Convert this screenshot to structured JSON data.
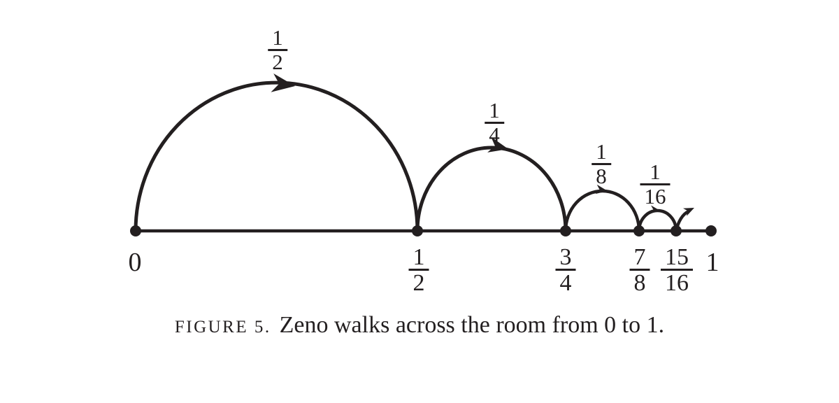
{
  "colors": {
    "ink": "#231f20",
    "bg": "#ffffff"
  },
  "diagram": {
    "jump_labels": [
      {
        "numerator": "1",
        "denominator": "2"
      },
      {
        "numerator": "1",
        "denominator": "4"
      },
      {
        "numerator": "1",
        "denominator": "8"
      },
      {
        "numerator": "1",
        "denominator": "16"
      }
    ],
    "ticks": {
      "start": "0",
      "end": "1",
      "fractions": [
        {
          "numerator": "1",
          "denominator": "2"
        },
        {
          "numerator": "3",
          "denominator": "4"
        },
        {
          "numerator": "7",
          "denominator": "8"
        },
        {
          "numerator": "15",
          "denominator": "16"
        }
      ]
    },
    "caption": {
      "label": "FIGURE 5.",
      "text": "Zeno walks across the room from 0 to 1."
    }
  }
}
